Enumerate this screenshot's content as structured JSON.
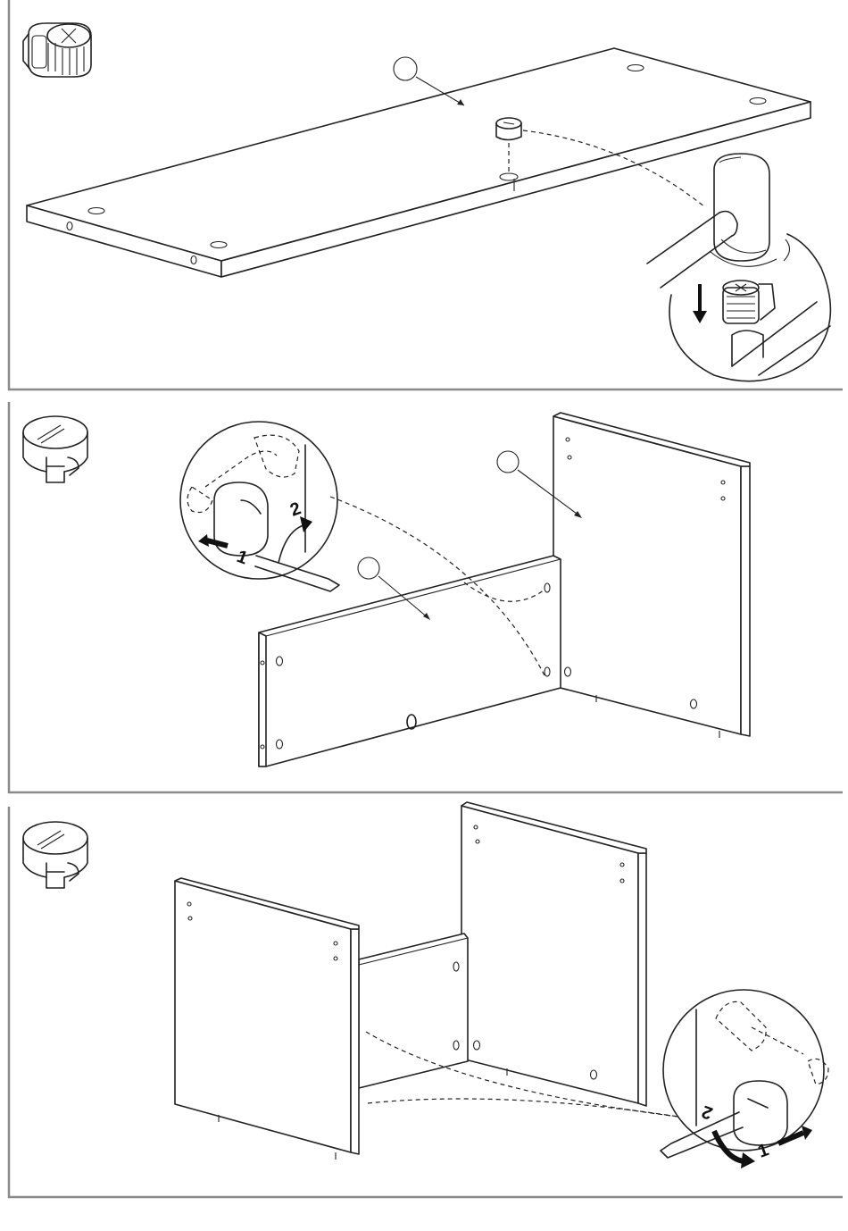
{
  "steps": [
    {
      "id": "step-1",
      "part_icon": "cam-lock-icon",
      "callouts": [
        ""
      ],
      "action": "hammer-insert"
    },
    {
      "id": "step-2",
      "part_icon": "cam-lock-icon",
      "callouts": [
        "",
        ""
      ],
      "detail_labels": [
        "1",
        "2"
      ]
    },
    {
      "id": "step-3",
      "part_icon": "cam-lock-icon",
      "detail_labels": [
        "1",
        "2"
      ]
    }
  ],
  "colors": {
    "frame": "#8a8a8a",
    "line": "#222222"
  }
}
